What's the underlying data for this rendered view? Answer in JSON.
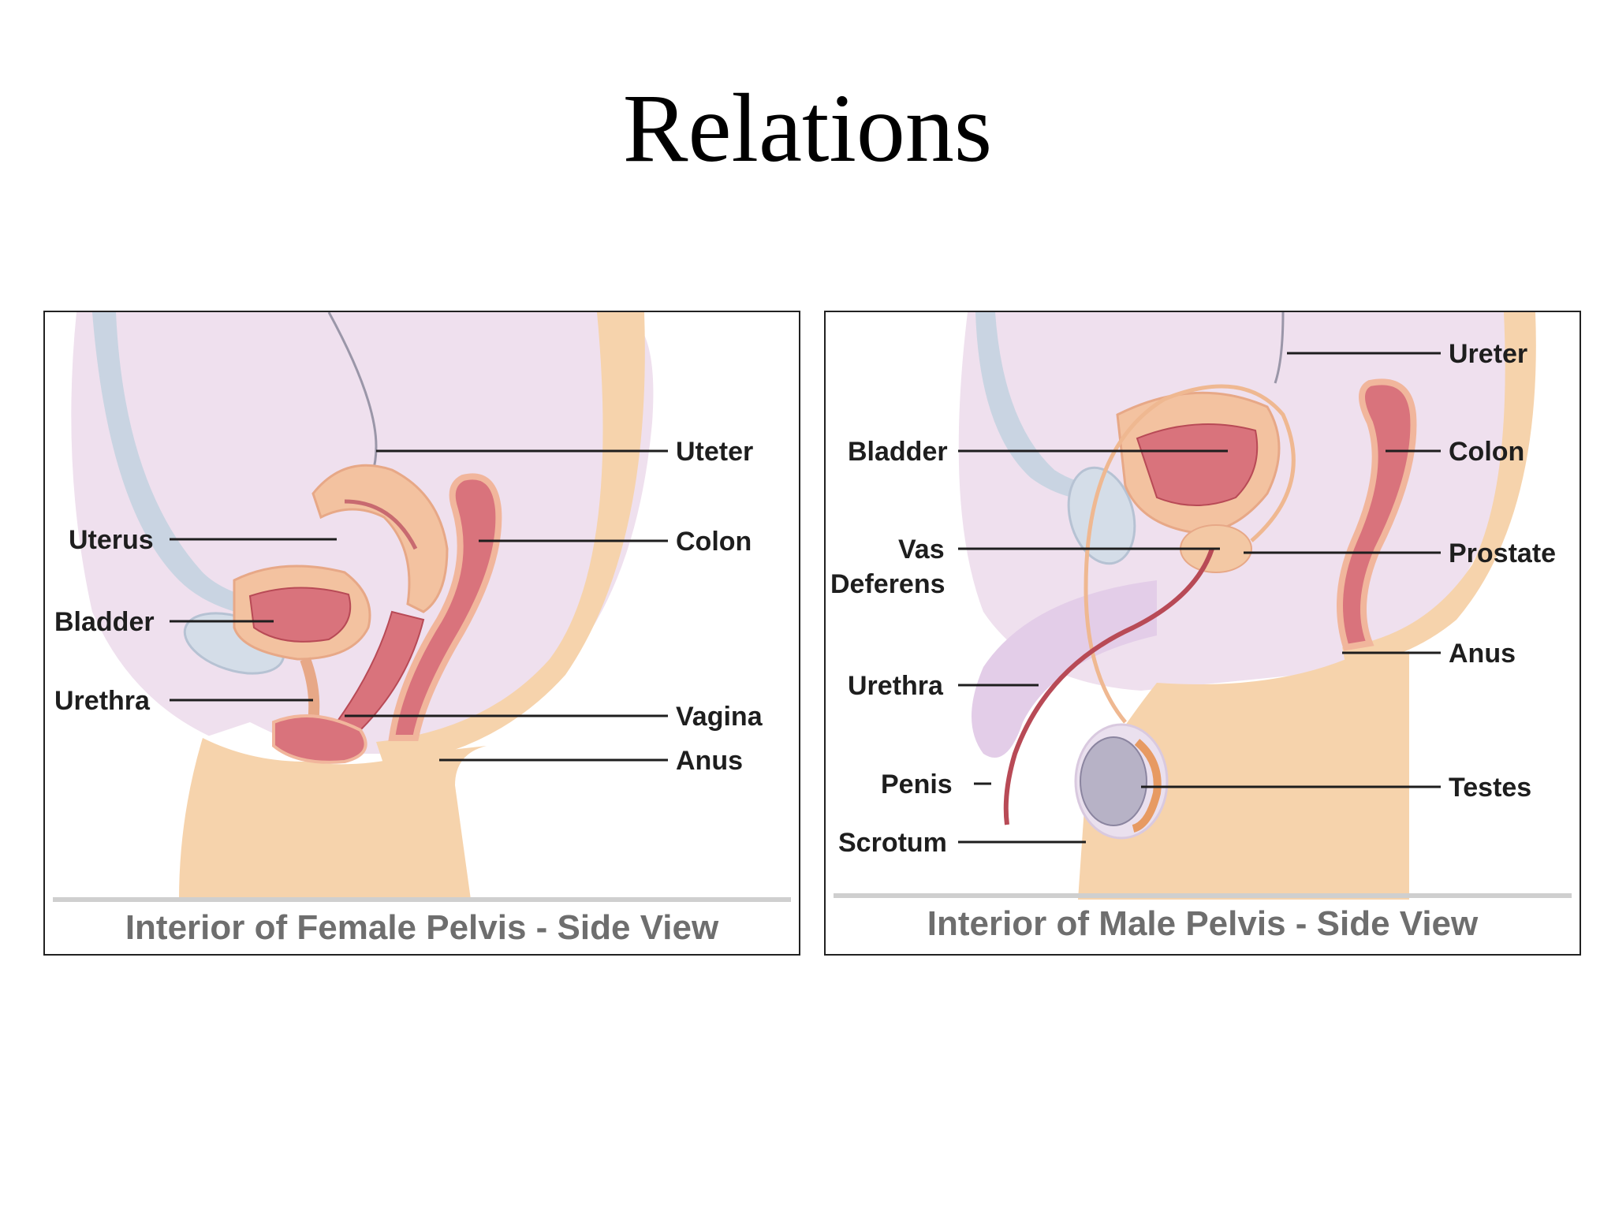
{
  "title": "Relations",
  "female": {
    "caption": "Interior of Female Pelvis - Side View",
    "labels": {
      "ureter": "Uteter",
      "uterus": "Uterus",
      "colon": "Colon",
      "bladder": "Bladder",
      "urethra": "Urethra",
      "vagina": "Vagina",
      "anus": "Anus"
    }
  },
  "male": {
    "caption": "Interior of Male Pelvis - Side View",
    "labels": {
      "ureter": "Ureter",
      "bladder": "Bladder",
      "colon": "Colon",
      "vas_1": "Vas",
      "vas_2": "Deferens",
      "prostate": "Prostate",
      "anus": "Anus",
      "urethra": "Urethra",
      "penis": "Penis",
      "testes": "Testes",
      "scrotum": "Scrotum"
    }
  },
  "colors": {
    "skin": "#f6d3ac",
    "skin_edge": "#eab88a",
    "cavity": "#f0e2ef",
    "organ": "#d9737c",
    "organ_dark": "#b84a56",
    "organ_wall": "#f1b69c",
    "bone_blue": "#c9d4e2",
    "caption_gray": "#6e6e6e"
  }
}
